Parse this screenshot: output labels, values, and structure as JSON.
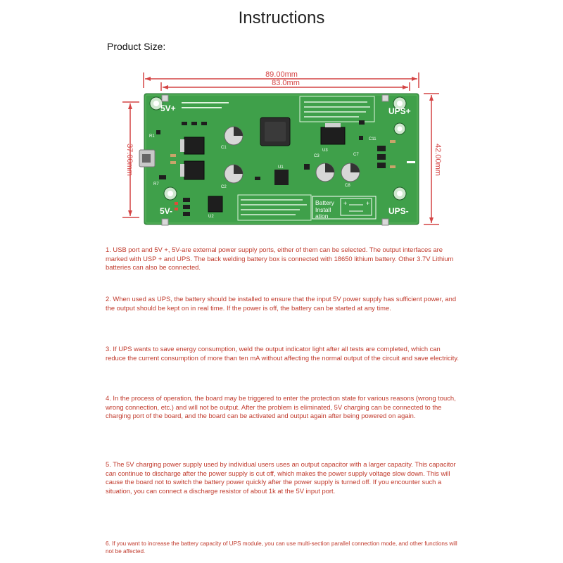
{
  "page": {
    "title": "Instructions",
    "product_size_label": "Product Size:"
  },
  "figure": {
    "dim_outer": "89.00mm",
    "dim_inner": "83.0mm",
    "dim_height_left": "37.00mm",
    "dim_height_right": "42.00mm",
    "label_5v_plus": "5V+",
    "label_5v_minus": "5V-",
    "label_ups_plus": "UPS+",
    "label_ups_minus": "UPS-",
    "battery_lines": [
      "Battery",
      "Install",
      "ation"
    ],
    "component_markings": [
      "R1",
      "C1",
      "C2",
      "C3",
      "C7",
      "C8",
      "C11",
      "R7",
      "U1",
      "U2",
      "U3"
    ],
    "colors": {
      "pcb": "#3fa04a",
      "pcb_light": "#6fc26a",
      "dimension_line": "#d44444"
    }
  },
  "notes": [
    "1. USB port and 5V +, 5V-are external power supply ports, either of them can be selected. The output interfaces are marked with USP + and UPS. The back welding battery box is connected with 18650 lithium battery. Other 3.7V Lithium batteries can also be connected.",
    "2. When used as UPS, the battery should be installed to ensure that the input 5V power supply has sufficient power, and the output should be kept on in real time. If the power is off, the battery can be started at any time.",
    "3. If UPS wants to save energy consumption, weld the output indicator light after all tests are completed, which can reduce the current consumption of more than ten mA without affecting the normal output of the circuit and save electricity.",
    "4. In the process of operation, the board may be triggered to enter the protection state for various reasons (wrong touch, wrong connection, etc.) and will not be output. After the problem is eliminated, 5V charging can be connected to the charging port of the board, and the board can be activated and output again after being powered on again.",
    "5. The 5V charging power supply used by individual users uses an output capacitor with a larger capacity. This capacitor can continue to discharge after the power supply is cut off, which makes the power supply voltage slow down. This will cause the board not to switch the battery power quickly after the power supply is turned off. If you encounter such a situation, you can connect a discharge resistor of about 1k at the 5V input port.",
    "6. If you want to increase the battery capacity of UPS module, you can use multi-section parallel connection mode, and other functions will not be affected."
  ]
}
